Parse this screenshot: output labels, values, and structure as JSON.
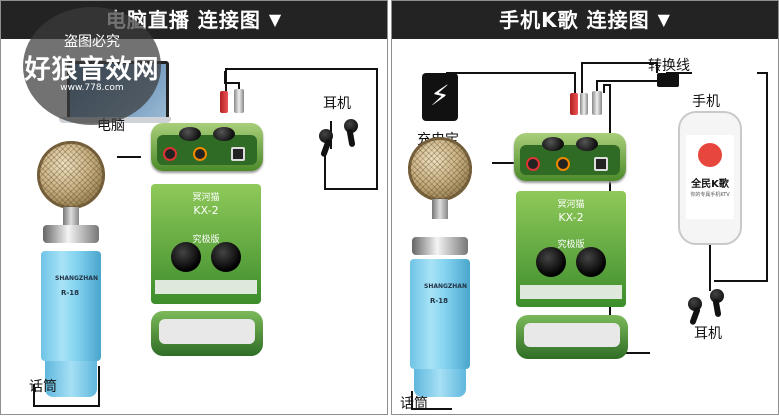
{
  "left_panel": {
    "header": "电脑直播 连接图",
    "header_arrow": "▼",
    "labels": {
      "computer": "电脑",
      "earphones": "耳机",
      "microphone": "话筒"
    },
    "watermark": {
      "line1": "盗图必究",
      "line2": "好狼音效网",
      "url": "www.778.com"
    }
  },
  "right_panel": {
    "header": "手机K歌 连接图",
    "header_arrow": "▼",
    "labels": {
      "power_bank": "充电宝",
      "adapter_cable": "转换线",
      "phone": "手机",
      "earphones": "耳机",
      "microphone": "话筒"
    },
    "phone_app": {
      "name": "全民K歌",
      "subtitle": "你的专属手机KTV"
    }
  },
  "device": {
    "brand_cn": "冥河猫",
    "model": "KX-2",
    "edition": "究极版",
    "mic_brand": "SHANGZHAN",
    "mic_model": "R-18"
  },
  "colors": {
    "header_bg": "#232323",
    "header_text": "#ffffff",
    "card_green": "#4c8a2a",
    "mic_blue": "#82d2ef",
    "app_red": "#e7463c",
    "wire": "#111111"
  }
}
